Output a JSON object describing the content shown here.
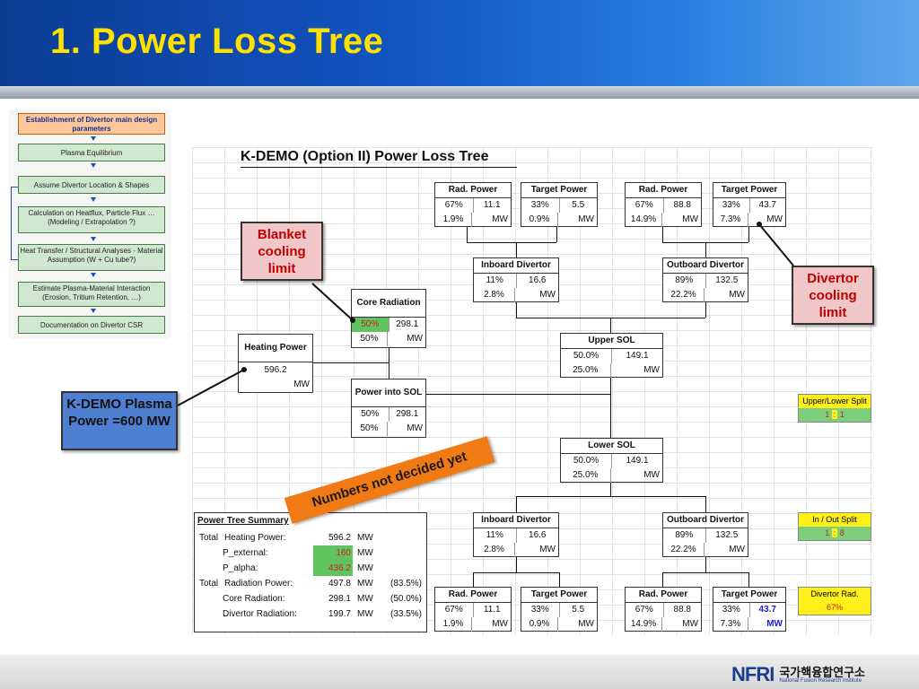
{
  "slide_title": "1. Power Loss Tree",
  "flowchart": [
    "Establishment of Divertor main design parameters",
    "Plasma Equilibrium",
    "Assume Divertor Location & Shapes",
    "Calculation on Heatflux, Particle Flux … (Modeling / Extrapolation ?)",
    "Heat Transfer / Structural Analyses - Material Assumption (W + Cu tube?)",
    "Estimate Plasma-Material Interaction (Erosion, Tritium Retention, …)",
    "Documentation on Divertor CSR"
  ],
  "sheet_title": "K-DEMO (Option II) Power Loss Tree",
  "top_rad_left": {
    "title": "Rad. Power",
    "r1": [
      "67%",
      "11.1"
    ],
    "r2": [
      "1.9%",
      "MW"
    ]
  },
  "top_target_left": {
    "title": "Target Power",
    "r1": [
      "33%",
      "5.5"
    ],
    "r2": [
      "0.9%",
      "MW"
    ]
  },
  "top_rad_right": {
    "title": "Rad. Power",
    "r1": [
      "67%",
      "88.8"
    ],
    "r2": [
      "14.9%",
      "MW"
    ]
  },
  "top_target_right": {
    "title": "Target Power",
    "r1": [
      "33%",
      "43.7"
    ],
    "r2": [
      "7.3%",
      "MW"
    ]
  },
  "upper_inboard": {
    "title": "Inboard Divertor",
    "r1": [
      "11%",
      "16.6"
    ],
    "r2": [
      "2.8%",
      "MW"
    ]
  },
  "upper_outboard": {
    "title": "Outboard Divertor",
    "r1": [
      "89%",
      "132.5"
    ],
    "r2": [
      "22.2%",
      "MW"
    ]
  },
  "core_radiation": {
    "title": "Core Radiation",
    "r1": [
      "50%",
      "298.1"
    ],
    "r2": [
      "50%",
      "MW"
    ]
  },
  "heating_power": {
    "title": "Heating Power",
    "value": "596.2",
    "unit": "MW"
  },
  "power_into_sol": {
    "title": "Power into SOL",
    "r1": [
      "50%",
      "298.1"
    ],
    "r2": [
      "50%",
      "MW"
    ]
  },
  "upper_sol": {
    "title": "Upper SOL",
    "r1": [
      "50.0%",
      "149.1"
    ],
    "r2": [
      "25.0%",
      "MW"
    ]
  },
  "lower_sol": {
    "title": "Lower SOL",
    "r1": [
      "50.0%",
      "149.1"
    ],
    "r2": [
      "25.0%",
      "MW"
    ]
  },
  "lower_inboard": {
    "title": "Inboard Divertor",
    "r1": [
      "11%",
      "16.6"
    ],
    "r2": [
      "2.8%",
      "MW"
    ]
  },
  "lower_outboard": {
    "title": "Outboard Divertor",
    "r1": [
      "89%",
      "132.5"
    ],
    "r2": [
      "22.2%",
      "MW"
    ]
  },
  "bot_rad_left": {
    "title": "Rad. Power",
    "r1": [
      "67%",
      "11.1"
    ],
    "r2": [
      "1.9%",
      "MW"
    ]
  },
  "bot_target_left": {
    "title": "Target Power",
    "r1": [
      "33%",
      "5.5"
    ],
    "r2": [
      "0.9%",
      "MW"
    ]
  },
  "bot_rad_right": {
    "title": "Rad. Power",
    "r1": [
      "67%",
      "88.8"
    ],
    "r2": [
      "14.9%",
      "MW"
    ]
  },
  "bot_target_right": {
    "title": "Target Power",
    "r1": [
      "33%",
      "43.7"
    ],
    "r2": [
      "7.3%",
      "MW"
    ]
  },
  "callouts": {
    "blanket": "Blanket cooling limit",
    "divertor": "Divertor cooling limit",
    "kdemo": "K-DEMO Plasma Power =600 MW",
    "banner": "Numbers not decided yet"
  },
  "splits": {
    "upper_lower": {
      "title": "Upper/Lower Split",
      "a": "1",
      "sep": ":",
      "b": "1"
    },
    "in_out": {
      "title": "In / Out Split",
      "a": "1",
      "sep": ":",
      "b": "8"
    },
    "divertor_rad": {
      "title": "Divertor Rad.",
      "value": "67%"
    }
  },
  "summary": {
    "title": "Power Tree Summary",
    "rows": [
      {
        "a": "Total",
        "label": "Heating Power:",
        "value": "596.2",
        "unit": "MW",
        "pct": ""
      },
      {
        "a": "",
        "label": "P_external:",
        "value": "160",
        "unit": "MW",
        "pct": ""
      },
      {
        "a": "",
        "label": "P_alpha:",
        "value": "436.2",
        "unit": "MW",
        "pct": ""
      },
      {
        "a": "Total",
        "label": "Radiation Power:",
        "value": "497.8",
        "unit": "MW",
        "pct": "(83.5%)"
      },
      {
        "a": "",
        "label": "Core Radiation:",
        "value": "298.1",
        "unit": "MW",
        "pct": "(50.0%)"
      },
      {
        "a": "",
        "label": "Divertor Radiation:",
        "value": "199.7",
        "unit": "MW",
        "pct": "(33.5%)"
      }
    ]
  },
  "logo": {
    "mark": "NFRI",
    "ko": "국가핵융합연구소",
    "en": "National Fusion Research Institute"
  },
  "colors": {
    "title": "#ffe100",
    "header": "#1356c4",
    "callout_red": "#c00000",
    "banner": "#f07a14"
  }
}
